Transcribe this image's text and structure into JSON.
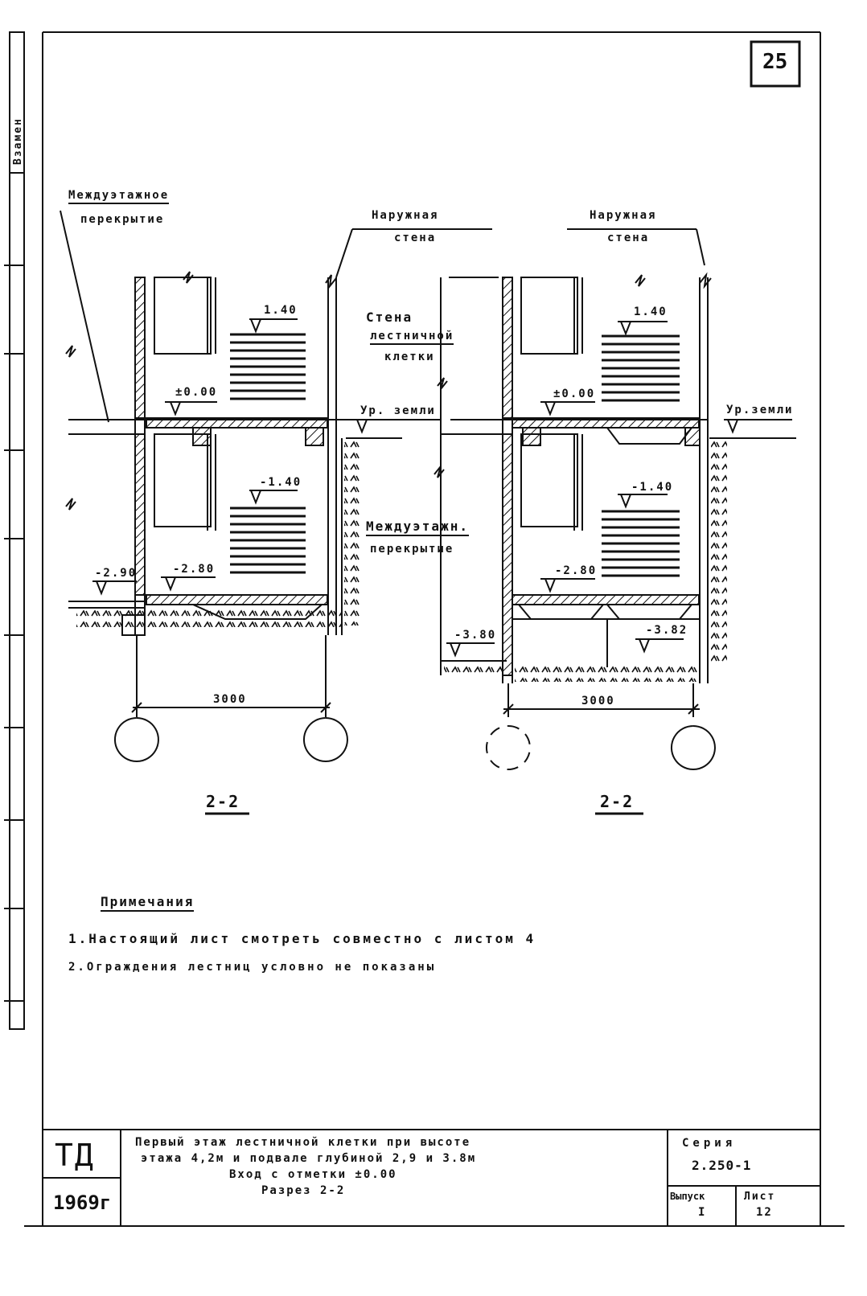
{
  "sheet": {
    "page_number": "25",
    "margin_stamp": "Взамен"
  },
  "left_section": {
    "callout_slab_1": "Междуэтажное",
    "callout_slab_2": "перекрытие",
    "callout_wall_1": "Наружная",
    "callout_wall_2": "стена",
    "mark_upper": "1.40",
    "mark_floor": "±0.00",
    "mark_ground": "Ур. земли",
    "mark_lower": "-1.40",
    "mark_landing": "-2.80",
    "mark_base": "-2.90",
    "dimension": "3000",
    "section_title": "2-2"
  },
  "middle_labels": {
    "stair_wall_1": "Стена",
    "stair_wall_2": "лестничной",
    "stair_wall_3": "клетки",
    "floor_slab_1": "Междуэтажн.",
    "floor_slab_2": "перекрытие"
  },
  "right_section": {
    "callout_wall_1": "Наружная",
    "callout_wall_2": "стена",
    "mark_upper": "1.40",
    "mark_floor": "±0.00",
    "mark_ground": "Ур.земли",
    "mark_lower": "-1.40",
    "mark_landing": "-2.80",
    "mark_base_left": "-3.80",
    "mark_base_right": "-3.82",
    "dimension": "3000",
    "section_title": "2-2"
  },
  "notes": {
    "heading": "Примечания",
    "line_1": "1.Настоящий лист смотреть совместно с листом 4",
    "line_2": "2.Ограждения лестниц условно не показаны"
  },
  "title_block": {
    "logo": "ТД",
    "year": "1969г",
    "title_line_1": "Первый этаж лестничной клетки при высоте",
    "title_line_2": "этажа 4,2м и подвале глубиной 2,9 и 3.8м",
    "title_line_3": "Вход с отметки ±0.00",
    "title_line_4": "Разрез 2-2",
    "series_label": "Серия",
    "series_value": "2.250-1",
    "issue_label": "Выпуск",
    "issue_value": "I",
    "sheet_label": "Лист",
    "sheet_value": "12"
  }
}
